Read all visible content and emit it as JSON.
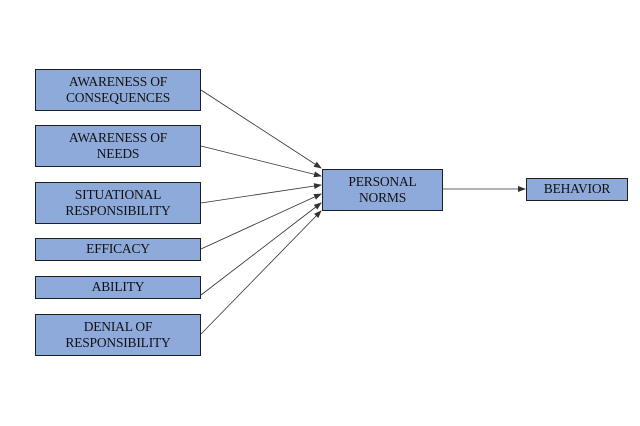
{
  "nodes": {
    "awareness_of_consequences": [
      "AWARENESS OF",
      "CONSEQUENCES"
    ],
    "awareness_of_needs": [
      "AWARENESS OF",
      "NEEDS"
    ],
    "situational_responsibility": [
      "SITUATIONAL",
      "RESPONSIBILITY"
    ],
    "efficacy": [
      "EFFICACY"
    ],
    "ability": [
      "ABILITY"
    ],
    "denial_of_responsibility": [
      "DENIAL OF",
      "RESPONSIBILITY"
    ],
    "personal_norms": [
      "PERSONAL",
      "NORMS"
    ],
    "behavior": [
      "BEHAVIOR"
    ]
  },
  "edges": [
    {
      "from": "awareness_of_consequences",
      "to": "personal_norms"
    },
    {
      "from": "awareness_of_needs",
      "to": "personal_norms"
    },
    {
      "from": "situational_responsibility",
      "to": "personal_norms"
    },
    {
      "from": "efficacy",
      "to": "personal_norms"
    },
    {
      "from": "ability",
      "to": "personal_norms"
    },
    {
      "from": "denial_of_responsibility",
      "to": "personal_norms"
    },
    {
      "from": "personal_norms",
      "to": "behavior"
    }
  ],
  "colors": {
    "box_fill": "#8eaadb",
    "box_border": "#1f1f1f",
    "arrow": "#333333"
  }
}
